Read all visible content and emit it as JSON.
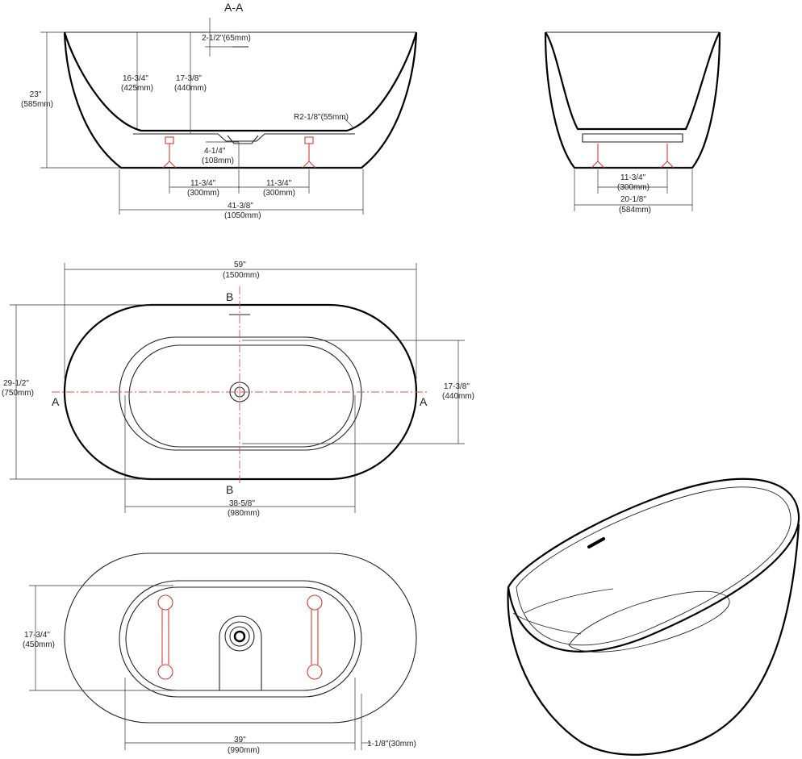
{
  "section_aa": {
    "title": "A-A",
    "overflow_height": "2-1/2\"(65mm)",
    "water_depth_in": "16-3/4\"",
    "water_depth_mm": "(425mm)",
    "inner_depth_in": "17-3/8\"",
    "inner_depth_mm": "(440mm)",
    "height_in": "23\"",
    "height_mm": "(585mm)",
    "radius": "R2-1/8\"(55mm)",
    "drain_height_in": "4-1/4\"",
    "drain_height_mm": "(108mm)",
    "foot_left_in": "11-3/4\"",
    "foot_left_mm": "(300mm)",
    "foot_right_in": "11-3/4\"",
    "foot_right_mm": "(300mm)",
    "base_length_in": "41-3/8\"",
    "base_length_mm": "(1050mm)"
  },
  "section_bb": {
    "foot_span_in": "11-3/4\"",
    "foot_span_mm": "(300mm)",
    "base_width_in": "20-1/8\"",
    "base_width_mm": "(584mm)"
  },
  "top_view": {
    "section_a": "A",
    "section_b": "B",
    "length_in": "59\"",
    "length_mm": "(1500mm)",
    "width_in": "29-1/2\"",
    "width_mm": "(750mm)",
    "inner_width_in": "17-3/8\"",
    "inner_width_mm": "(440mm)",
    "inner_length_in": "38-5/8\"",
    "inner_length_mm": "(980mm)"
  },
  "bottom_view": {
    "foot_spacing_in": "17-3/4\"",
    "foot_spacing_mm": "(450mm)",
    "base_length_in": "39\"",
    "base_length_mm": "(990mm)",
    "offset": "1-1/8\"(30mm)"
  },
  "colors": {
    "outline": "#000000",
    "dimension": "#333333",
    "centerline": "#e0504a",
    "feet": "#d93a2f"
  }
}
